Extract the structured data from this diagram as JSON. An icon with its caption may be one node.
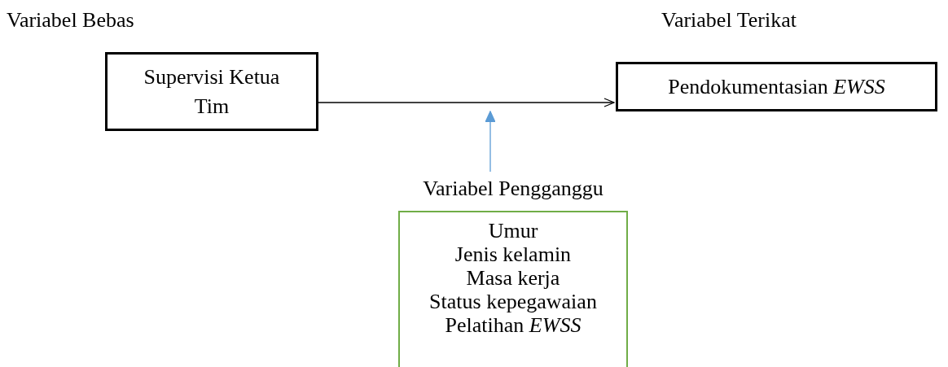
{
  "diagram": {
    "nodes": [
      {
        "text": [
          "Supervisi Ketua Tim"
        ]
      },
      {
        "text": [
          "Pendokumentasian *EWSS*"
        ]
      },
      {
        "text": [
          "Variabel Pengganggu",
          "Umur",
          "Jenis kelamin",
          "Masa kerja",
          "Status kepegawaian",
          "Pelatihan *EWSS*"
        ]
      }
    ],
    "edges": [
      {
        "from": 0,
        "to": 1,
        "arrow": "to"
      },
      {
        "from": 2,
        "to": null,
        "arrow": "to",
        "color": "#5b9bd5"
      }
    ],
    "labels": [
      "Variabel Bebas",
      "Variabel Terikat"
    ]
  }
}
